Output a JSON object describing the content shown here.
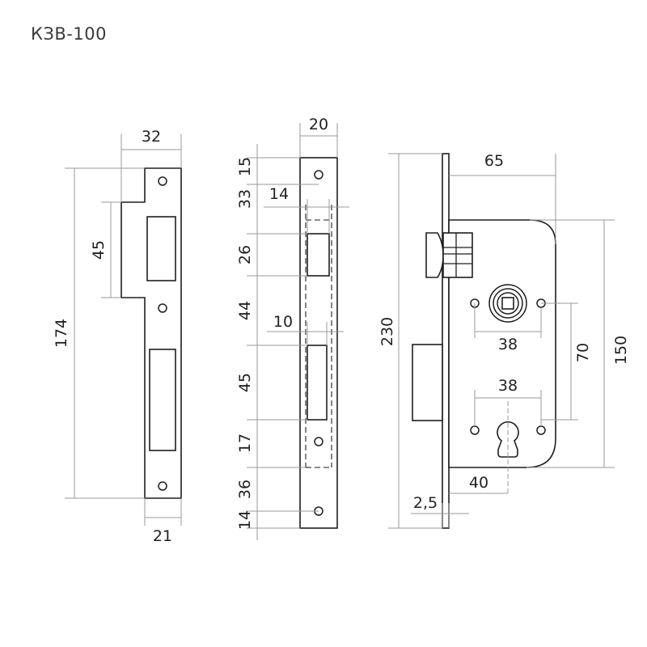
{
  "title": "КЗВ-100",
  "strike_plate": {
    "width_top": "32",
    "notch_height": "45",
    "total_height": "174",
    "width_bottom": "21"
  },
  "faceplate": {
    "width": "20",
    "seg_1": "15",
    "seg_2": "33",
    "seg_3": "26",
    "seg_4": "44",
    "seg_5": "45",
    "seg_6": "17",
    "seg_7": "36",
    "seg_8": "14",
    "latch_width": "14",
    "bolt_width": "10"
  },
  "lock_body": {
    "backset": "65",
    "total_height": "230",
    "body_height": "150",
    "handle_to_cylinder": "70",
    "handle_hole_spacing": "38",
    "cylinder_hole_spacing": "38",
    "cylinder_offset": "40",
    "faceplate_thickness": "2,5"
  }
}
